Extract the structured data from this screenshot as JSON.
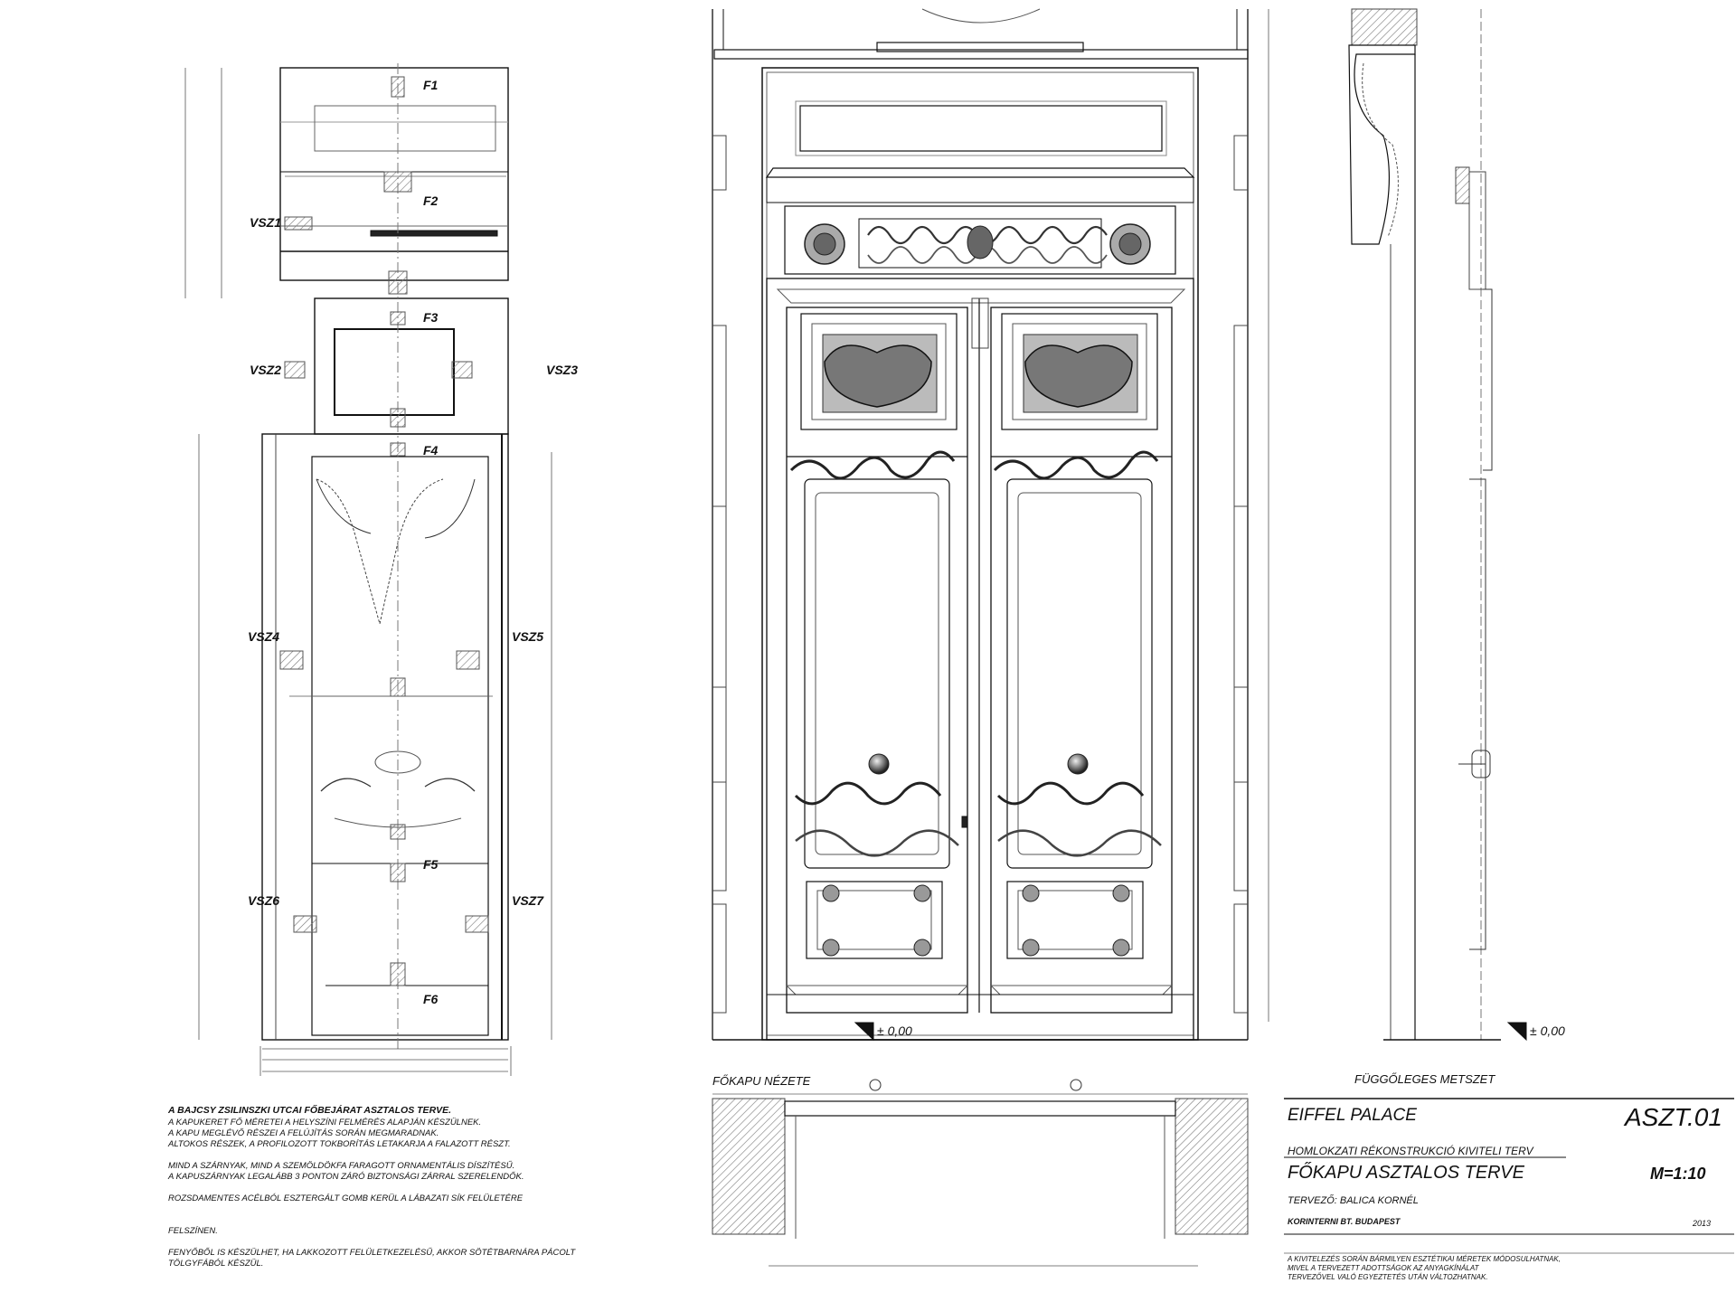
{
  "left_panel": {
    "field_labels": [
      "F1",
      "F2",
      "F3",
      "F4",
      "F5",
      "F6"
    ],
    "section_labels": [
      "VSZ1",
      "VSZ2",
      "VSZ3",
      "VSZ4",
      "VSZ5",
      "VSZ6",
      "VSZ7"
    ],
    "notes_title": "A BAJCSY ZSILINSZKI UTCAI FŐBEJÁRAT ASZTALOS TERVE.",
    "notes_lines": [
      "A KAPUKERET FŐ MÉRETEI A HELYSZÍNI FELMÉRÉS ALAPJÁN KÉSZÜLNEK.",
      "A KAPU MEGLÉVŐ RÉSZEI A FELÚJÍTÁS SORÁN MEGMARADNAK.",
      "ALTOKOS RÉSZEK, A PROFILOZOTT TOKBORÍTÁS LETAKARJA A FALAZOTT RÉSZT.",
      "",
      "MIND A SZÁRNYAK, MIND A SZEMÖLDÖKFA FARAGOTT ORNAMENTÁLIS DÍSZÍTÉSŰ.",
      "A KAPUSZÁRNYAK LEGALÁBB 3 PONTON ZÁRÓ BIZTONSÁGI ZÁRRAL SZERELENDŐK.",
      "",
      "ROZSDAMENTES ACÉLBÓL ESZTERGÁLT GOMB KERÜL A LÁBAZATI SÍK FELÜLETÉRE",
      "",
      "",
      "FELSZÍNEN.",
      "",
      "FENYŐBŐL IS KÉSZÜLHET, HA LAKKOZOTT FELÜLETKEZELÉSŰ, AKKOR SÖTÉTBARNÁRA PÁCOLT",
      "TÖLGYFÁBÓL KÉSZÜL."
    ]
  },
  "middle_panel": {
    "level_label": "± 0,00",
    "plan_label": "FŐKAPU NÉZETE"
  },
  "right_panel": {
    "section_title": "FÜGGŐLEGES METSZET",
    "level_label": "± 0,00"
  },
  "title_block": {
    "project": "EIFFEL PALACE",
    "sheet_code": "ASZT.01",
    "subtitle": "HOMLOKZATI RÉKONSTRUKCIÓ KIVITELI TERV",
    "drawing_title": "FŐKAPU ASZTALOS TERVE",
    "scale": "M=1:10",
    "designer_line": "TERVEZŐ: BALICA KORNÉL",
    "office_line": "KORINTERNI BT. BUDAPEST",
    "year": "2013",
    "footer_lines": [
      "A KIVITELEZÉS SORÁN BÁRMILYEN ESZTÉTIKAI MÉRETEK MÓDOSULHATNAK,",
      "MIVEL A TERVEZETT ADOTTSÁGOK AZ ANYAGKÍNÁLAT",
      "TERVEZŐVEL VALÓ EGYEZTETÉS UTÁN VÁLTOZHATNAK."
    ]
  },
  "colors": {
    "line": "#111111",
    "grey": "#888888",
    "light": "#cccccc"
  }
}
